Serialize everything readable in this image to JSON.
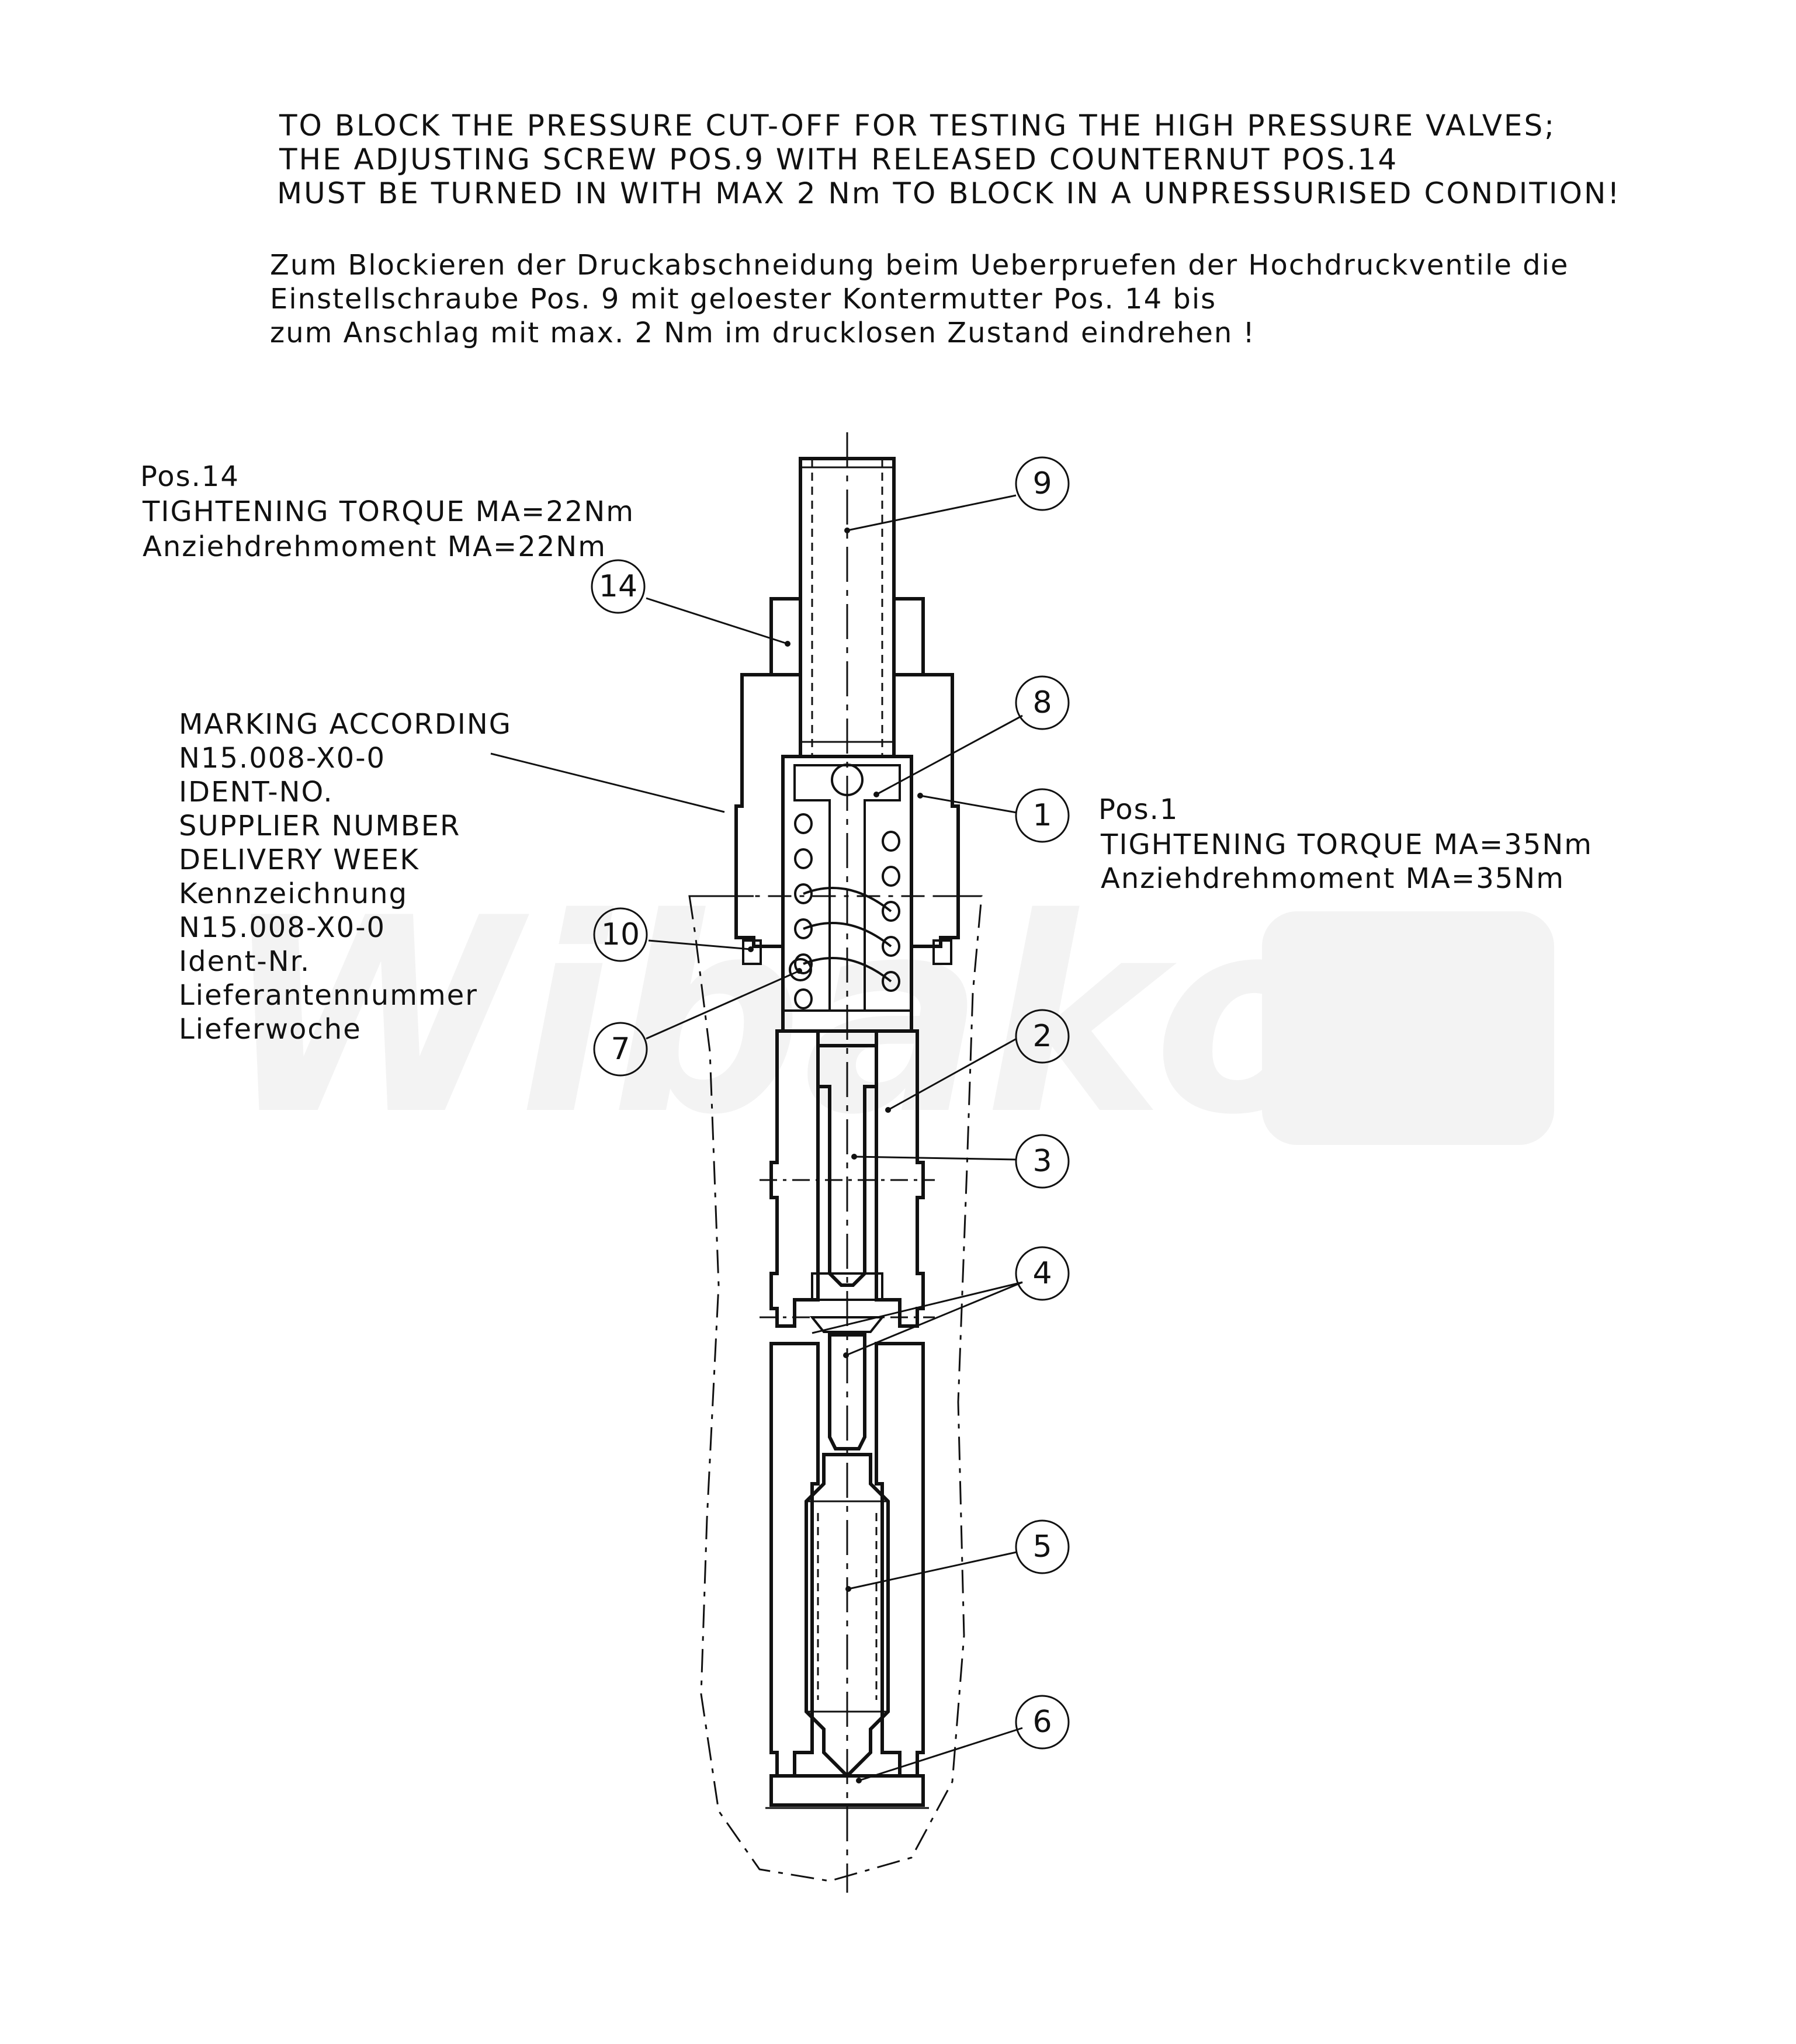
{
  "instructions_en": [
    "TO BLOCK THE PRESSURE CUT-OFF FOR TESTING THE HIGH PRESSURE VALVES;",
    "THE ADJUSTING SCREW POS.9 WITH RELEASED COUNTERNUT POS.14",
    "MUST BE TURNED IN WITH MAX 2 Nm TO BLOCK IN A UNPRESSURISED CONDITION!"
  ],
  "instructions_de": [
    "Zum Blockieren der Druckabschneidung beim Ueberpruefen der Hochdruckventile die",
    "Einstellschraube Pos. 9 mit geloester Kontermutter Pos. 14 bis",
    "zum Anschlag mit max. 2 Nm im drucklosen Zustand eindrehen !"
  ],
  "note_pos14": [
    "Pos.14",
    "TIGHTENING TORQUE MA=22Nm",
    "Anziehdrehmoment MA=22Nm"
  ],
  "note_pos1": [
    "Pos.1",
    "TIGHTENING TORQUE MA=35Nm",
    "Anziehdrehmoment MA=35Nm"
  ],
  "note_marking": [
    "MARKING ACCORDING",
    "N15.008-X0-0",
    "IDENT-NO.",
    "SUPPLIER NUMBER",
    "DELIVERY WEEK",
    "Kennzeichnung",
    "N15.008-X0-0",
    "Ident-Nr.",
    "Lieferantennummer",
    "Lieferwoche"
  ],
  "balloons": [
    "9",
    "14",
    "8",
    "1",
    "10",
    "7",
    "2",
    "3",
    "4",
    "5",
    "6"
  ],
  "watermark": "Wibako"
}
